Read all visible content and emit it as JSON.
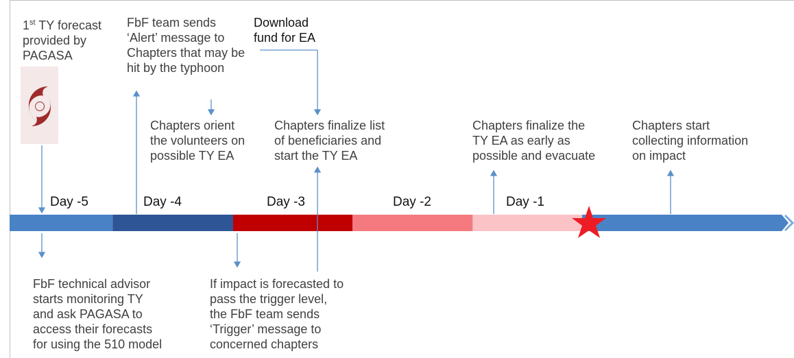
{
  "colors": {
    "day_minus_5": "#4a82c6",
    "day_minus_4": "#2e5596",
    "day_minus_3": "#c00000",
    "day_minus_2": "#f47a80",
    "day_minus_1": "#fbc3c6",
    "after": "#4a82c6",
    "star": "#ee1c25",
    "arrow": "#5b8fc9",
    "icon": "#9e2b2b"
  },
  "icons": {
    "typhoon": "typhoon-icon",
    "star": "landfall-star-icon"
  },
  "timeline": {
    "days": [
      {
        "label": "Day -5"
      },
      {
        "label": "Day -4"
      },
      {
        "label": "Day -3"
      },
      {
        "label": "Day -2"
      },
      {
        "label": "Day -1"
      }
    ]
  },
  "notes_top": {
    "pagasa": {
      "sup": "st",
      "prefix": "1",
      "text": "TY forecast\nprovided by\nPAGASA"
    },
    "alert": "FbF team sends\n‘Alert’ message to\nChapters that may be\nhit by the typhoon",
    "download": "Download\nfund for EA",
    "orient": "Chapters orient\nthe volunteers on\npossible TY EA",
    "finalize_list": "Chapters finalize list\nof beneficiaries and\nstart the TY EA",
    "finalize_ea": "Chapters finalize the\nTY EA as early as\npossible and evacuate",
    "collect": "Chapters start\ncollecting information\non impact"
  },
  "notes_bottom": {
    "advisor": "FbF technical advisor\nstarts monitoring TY\nand ask PAGASA to\naccess their forecasts\nfor using the 510 model",
    "trigger": "If impact is forecasted to\npass the trigger level,\nthe FbF team sends\n‘Trigger’ message to\nconcerned chapters"
  }
}
